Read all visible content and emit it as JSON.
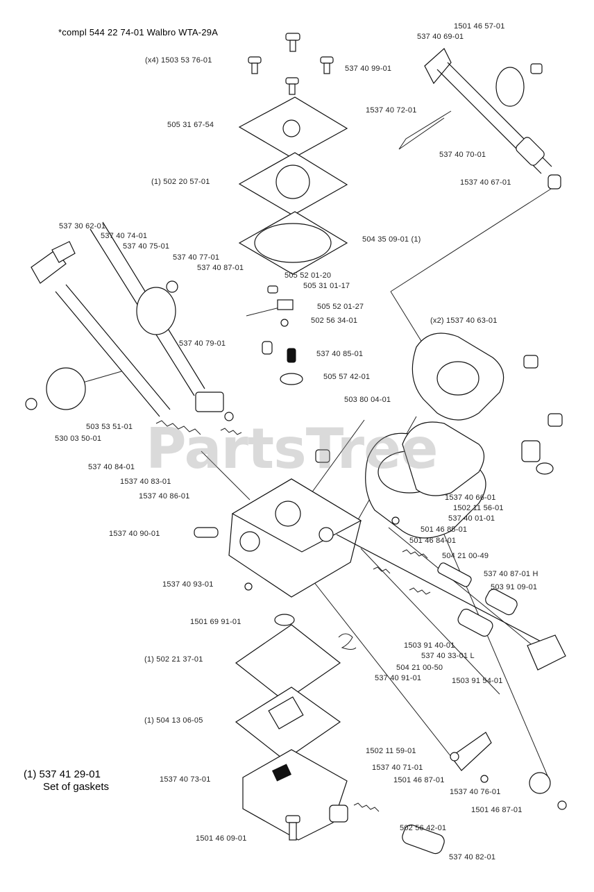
{
  "diagram": {
    "header": "*compl 544 22 74-01 Walbro WTA-29A",
    "watermark": "PartsTree",
    "note": {
      "part": "(1) 537 41 29-01",
      "desc": "Set of gaskets"
    },
    "labels": [
      "1501 46 57-01",
      "537 40 69-01",
      "(x4) 1503 53 76-01",
      "537 40 99-01",
      "1537 40 72-01",
      "505 31 67-54",
      "537 40 70-01",
      "(1) 502 20 57-01",
      "1537 40 67-01",
      "537 30 62-01",
      "504 35 09-01 (1)",
      "537 40 74-01",
      "537 40 75-01",
      "537 40 77-01",
      "537 40 87-01",
      "505 52 01-20",
      "505 31 01-17",
      "505 52 01-27",
      "502 56 34-01",
      "(x2) 1537 40 63-01",
      "537 40 79-01",
      "537 40 85-01",
      "505 57 42-01",
      "503 80 04-01",
      "503 53 51-01",
      "530 03 50-01",
      "537 40 84-01",
      "1537 40 83-01",
      "1537 40 86-01",
      "1537 40 66-01",
      "1502 11 56-01",
      "537 40 01-01",
      "1537 40 90-01",
      "501 46 85-01",
      "501 46 84-01",
      "504 21 00-49",
      "537 40 87-01 H",
      "1537 40 93-01",
      "503 91 09-01",
      "1501 69 91-01",
      "1503 91 40-01",
      "537 40 33-01 L",
      "(1) 502 21 37-01",
      "504 21 00-50",
      "537 40 91-01",
      "1503 91 54-01",
      "(1) 504 13 06-05",
      "1502 11 59-01",
      "1537 40 71-01",
      "1537 40 73-01",
      "1501 46 87-01",
      "1537 40 76-01",
      "1501 46 87-01",
      "502 56 42-01",
      "1501 46 09-01",
      "537 40 82-01"
    ]
  }
}
